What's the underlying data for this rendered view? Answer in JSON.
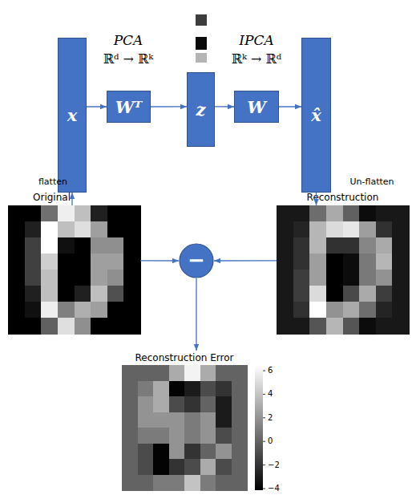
{
  "diagram": {
    "nodes": [
      {
        "text": [
          "x"
        ]
      },
      {
        "text": [
          "Wᵀ"
        ]
      },
      {
        "text": [
          "z"
        ]
      },
      {
        "text": [
          "W"
        ]
      },
      {
        "text": [
          "x̂"
        ]
      },
      {
        "text": [
          "Original"
        ]
      },
      {
        "text": [
          "−"
        ]
      },
      {
        "text": [
          "Reconstruction"
        ]
      },
      {
        "text": [
          "Reconstruction Error"
        ]
      }
    ],
    "edges": [
      {
        "from": 5,
        "to": 0,
        "arrow": "to",
        "label": "flatten"
      },
      {
        "from": 0,
        "to": 1,
        "arrow": "to"
      },
      {
        "from": 1,
        "to": 2,
        "arrow": "to"
      },
      {
        "from": 2,
        "to": 3,
        "arrow": "to"
      },
      {
        "from": 3,
        "to": 4,
        "arrow": "to"
      },
      {
        "from": 4,
        "to": 7,
        "arrow": "to",
        "label": "Un-flatten"
      },
      {
        "from": 5,
        "to": 6,
        "arrow": "to"
      },
      {
        "from": 7,
        "to": 6,
        "arrow": "to"
      },
      {
        "from": 6,
        "to": 8,
        "arrow": "to"
      }
    ],
    "labels": [
      "PCA",
      "ℝᵈ → ℝᵏ",
      "IPCA",
      "ℝᵏ → ℝᵈ",
      "6",
      "4",
      "2",
      "0",
      "−2",
      "−4"
    ]
  }
}
